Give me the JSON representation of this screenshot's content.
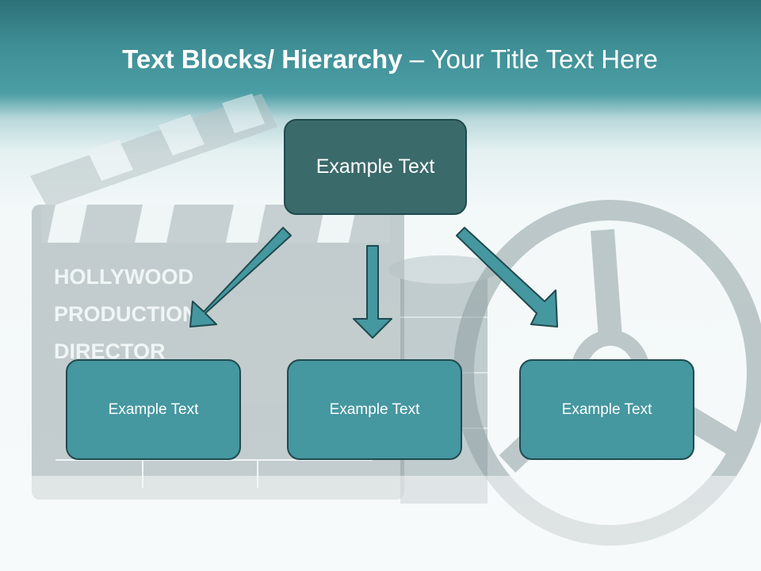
{
  "slide": {
    "title_bold": "Text Blocks/ Hierarchy",
    "title_dash": " – ",
    "title_rest": "Your Title Text Here"
  },
  "hierarchy": {
    "top_label": "Example Text",
    "children": [
      {
        "label": "Example Text"
      },
      {
        "label": "Example Text"
      },
      {
        "label": "Example Text"
      }
    ]
  },
  "background": {
    "clapperboard_lines": [
      "HOLLYWOOD",
      "PRODUCTION",
      "DIRECTOR"
    ]
  },
  "colors": {
    "header": "#3f8f96",
    "top_box": "#3b6a6b",
    "child_box": "#4597a0",
    "arrow": "#4597a0",
    "border": "#1f4a4e"
  }
}
